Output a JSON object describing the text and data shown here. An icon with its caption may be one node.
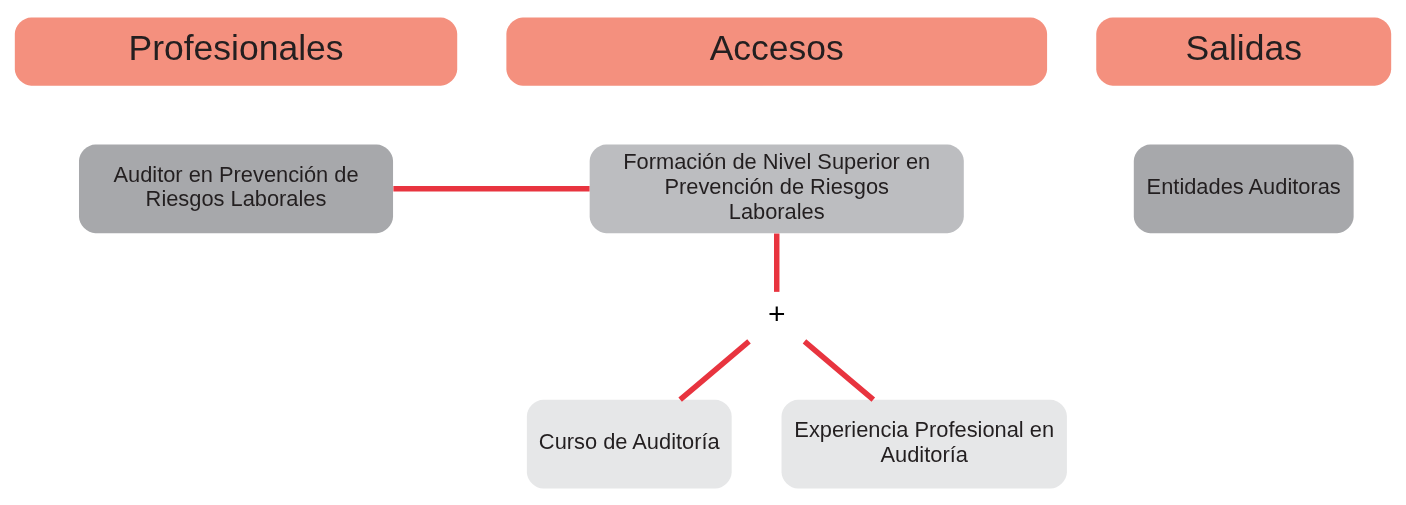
{
  "diagram": {
    "nodes": [
      {
        "text": [
          "Profesionales"
        ]
      },
      {
        "text": [
          "Accesos"
        ]
      },
      {
        "text": [
          "Salidas"
        ]
      },
      {
        "text": [
          "Auditor en Prevención de Riesgos Laborales"
        ]
      },
      {
        "text": [
          "Formación de Nivel Superior en Prevención de Riesgos Laborales"
        ]
      },
      {
        "text": [
          "+"
        ]
      },
      {
        "text": [
          "Curso de Auditoría"
        ]
      },
      {
        "text": [
          "Experiencia Profesional en Auditoría"
        ]
      },
      {
        "text": [
          "Entidades Auditoras"
        ]
      }
    ],
    "edges": [
      {
        "from": 3,
        "to": 4,
        "arrow": "none"
      },
      {
        "from": 4,
        "to": 5,
        "arrow": "none"
      },
      {
        "from": 5,
        "to": 6,
        "arrow": "none"
      },
      {
        "from": 5,
        "to": 7,
        "arrow": "none"
      }
    ]
  }
}
